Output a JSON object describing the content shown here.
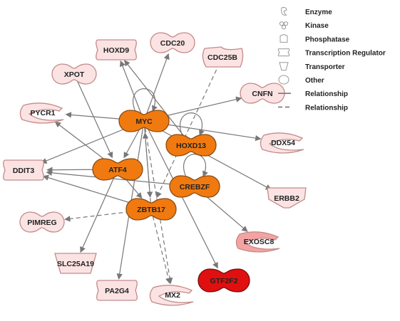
{
  "colors": {
    "focus_fill": "#f07a10",
    "focus_stroke": "#8a4a12",
    "down_fill": "#fbe3e3",
    "down_stroke": "#c58a8a",
    "strong_down_fill": "#f4a3a3",
    "highlight_fill": "#e01010",
    "highlight_stroke": "#7a0a0a",
    "edge": "#777777"
  },
  "nodes": {
    "myc": {
      "label": "MYC",
      "shape": "other",
      "status": "focus"
    },
    "hoxd13": {
      "label": "HOXD13",
      "shape": "other",
      "status": "focus"
    },
    "atf4": {
      "label": "ATF4",
      "shape": "other",
      "status": "focus"
    },
    "crebzf": {
      "label": "CREBZF",
      "shape": "other",
      "status": "focus"
    },
    "zbtb17": {
      "label": "ZBTB17",
      "shape": "other",
      "status": "focus"
    },
    "hoxd9": {
      "label": "HOXD9",
      "shape": "transcription-regulator",
      "status": "down"
    },
    "cdc20": {
      "label": "CDC20",
      "shape": "other",
      "status": "down"
    },
    "cdc25b": {
      "label": "CDC25B",
      "shape": "phosphatase",
      "status": "down"
    },
    "xpot": {
      "label": "XPOT",
      "shape": "other",
      "status": "down"
    },
    "cnfn": {
      "label": "CNFN",
      "shape": "other",
      "status": "down"
    },
    "pycr1": {
      "label": "PYCR1",
      "shape": "enzyme",
      "status": "down"
    },
    "ddx54": {
      "label": "DDX54",
      "shape": "enzyme",
      "status": "down"
    },
    "ddit3": {
      "label": "DDIT3",
      "shape": "transcription-regulator",
      "status": "down"
    },
    "erbb2": {
      "label": "ERBB2",
      "shape": "kinase",
      "status": "down"
    },
    "pimreg": {
      "label": "PIMREG",
      "shape": "other",
      "status": "down"
    },
    "exosc8": {
      "label": "EXOSC8",
      "shape": "enzyme",
      "status": "strong-down"
    },
    "slc25a19": {
      "label": "SLC25A19",
      "shape": "transporter",
      "status": "down"
    },
    "pa2g4": {
      "label": "PA2G4",
      "shape": "transcription-regulator",
      "status": "down"
    },
    "mx2": {
      "label": "MX2",
      "shape": "enzyme",
      "status": "down"
    },
    "gtf2f2": {
      "label": "GTF2F2",
      "shape": "other",
      "status": "highlight"
    }
  },
  "edges": [
    {
      "from": "myc",
      "to": "hoxd9",
      "style": "solid"
    },
    {
      "from": "myc",
      "to": "cdc20",
      "style": "solid"
    },
    {
      "from": "myc",
      "to": "cnfn",
      "style": "solid"
    },
    {
      "from": "myc",
      "to": "pycr1",
      "style": "solid"
    },
    {
      "from": "myc",
      "to": "ddx54",
      "style": "solid"
    },
    {
      "from": "myc",
      "to": "ddit3",
      "style": "solid"
    },
    {
      "from": "myc",
      "to": "erbb2",
      "style": "solid"
    },
    {
      "from": "myc",
      "to": "atf4",
      "style": "solid"
    },
    {
      "from": "myc",
      "to": "zbtb17",
      "style": "solid"
    },
    {
      "from": "myc",
      "to": "pa2g4",
      "style": "solid"
    },
    {
      "from": "myc",
      "to": "gtf2f2",
      "style": "solid"
    },
    {
      "from": "myc",
      "to": "mx2",
      "style": "dashed"
    },
    {
      "from": "myc",
      "to": "myc",
      "style": "solid",
      "self": true
    },
    {
      "from": "xpot",
      "to": "atf4",
      "style": "solid"
    },
    {
      "from": "cdc25b",
      "to": "zbtb17",
      "style": "dashed"
    },
    {
      "from": "hoxd13",
      "to": "hoxd9",
      "style": "solid"
    },
    {
      "from": "hoxd13",
      "to": "hoxd13",
      "style": "solid",
      "self": true
    },
    {
      "from": "atf4",
      "to": "ddit3",
      "style": "solid"
    },
    {
      "from": "atf4",
      "to": "pycr1",
      "style": "solid"
    },
    {
      "from": "atf4",
      "to": "slc25a19",
      "style": "solid"
    },
    {
      "from": "atf4",
      "to": "zbtb17",
      "style": "solid"
    },
    {
      "from": "crebzf",
      "to": "ddit3",
      "style": "solid"
    },
    {
      "from": "crebzf",
      "to": "exosc8",
      "style": "solid"
    },
    {
      "from": "crebzf",
      "to": "crebzf",
      "style": "solid",
      "self": true
    },
    {
      "from": "zbtb17",
      "to": "ddit3",
      "style": "solid"
    },
    {
      "from": "zbtb17",
      "to": "pimreg",
      "style": "dashed"
    },
    {
      "from": "zbtb17",
      "to": "myc",
      "style": "dashed"
    },
    {
      "from": "zbtb17",
      "to": "mx2",
      "style": "dashed"
    }
  ],
  "legend": {
    "items": [
      {
        "icon": "enzyme",
        "label": "Enzyme"
      },
      {
        "icon": "kinase",
        "label": "Kinase"
      },
      {
        "icon": "phosphatase",
        "label": "Phosphatase"
      },
      {
        "icon": "transcription-regulator",
        "label": "Transcription Regulator"
      },
      {
        "icon": "transporter",
        "label": "Transporter"
      },
      {
        "icon": "other",
        "label": "Other"
      },
      {
        "icon": "solid-line",
        "label": "Relationship"
      },
      {
        "icon": "dashed-line",
        "label": "Relationship"
      }
    ]
  }
}
